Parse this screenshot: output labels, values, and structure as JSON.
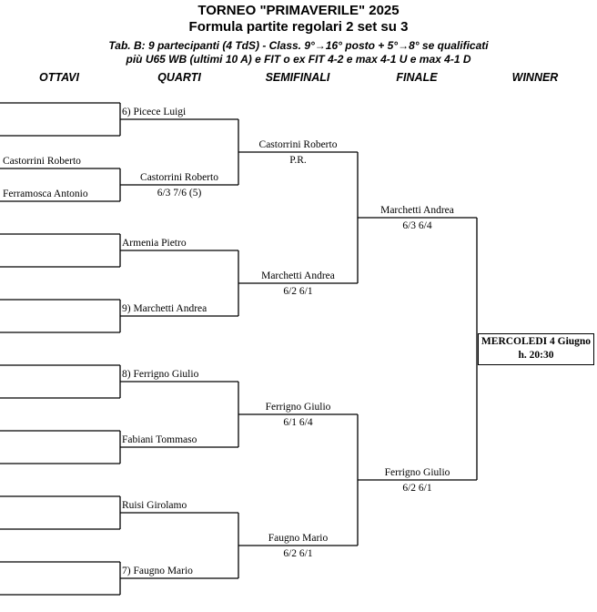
{
  "header": {
    "title": "TORNEO  \"PRIMAVERILE\"  2025",
    "subtitle": "Formula partite regolari 2 set su 3",
    "info_line1": "Tab. B: 9 partecipanti (4 TdS) - Class. 9°→16° posto + 5°→8° se qualificati",
    "info_line2": "più U65 WB (ultimi 10 A) e FIT o ex FIT 4-2 e max 4-1 U e max 4-1 D"
  },
  "columns": [
    "OTTAVI",
    "QUARTI",
    "SEMIFINALI",
    "FINALE",
    "WINNER"
  ],
  "ottavi": [
    "",
    "",
    "Castorrini Roberto",
    "Ferramosca Antonio",
    "",
    "",
    "",
    "",
    "",
    "",
    "",
    "",
    "",
    "",
    "",
    ""
  ],
  "quarti": [
    {
      "name": "6) Picece Luigi",
      "score": ""
    },
    {
      "name": "Castorrini Roberto",
      "score": "6/3  7/6 (5)"
    },
    {
      "name": "Armenia Pietro",
      "score": ""
    },
    {
      "name": "9) Marchetti Andrea",
      "score": ""
    },
    {
      "name": "8) Ferrigno Giulio",
      "score": ""
    },
    {
      "name": "Fabiani Tommaso",
      "score": ""
    },
    {
      "name": "Ruisi Girolamo",
      "score": ""
    },
    {
      "name": "7) Faugno Mario",
      "score": ""
    }
  ],
  "semifinali": [
    {
      "name": "Castorrini Roberto",
      "score": "P.R."
    },
    {
      "name": "Marchetti Andrea",
      "score": "6/2  6/1"
    },
    {
      "name": "Ferrigno Giulio",
      "score": "6/1  6/4"
    },
    {
      "name": "Faugno Mario",
      "score": "6/2  6/1"
    }
  ],
  "finale": [
    {
      "name": "Marchetti Andrea",
      "score": "6/3  6/4"
    },
    {
      "name": "Ferrigno Giulio",
      "score": "6/2  6/1"
    }
  ],
  "winner": {
    "line1": "MERCOLEDI 4 Giugno",
    "line2": "h. 20:30"
  }
}
